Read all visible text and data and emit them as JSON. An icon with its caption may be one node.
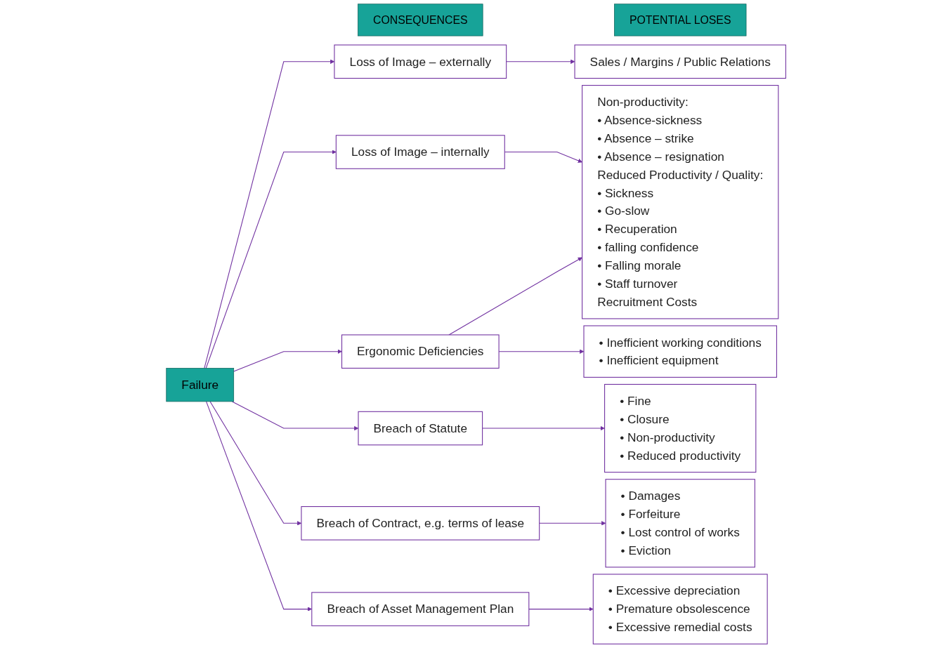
{
  "diagram": {
    "nodes": [
      {
        "text": [
          "CONSEQUENCES"
        ]
      },
      {
        "text": [
          "POTENTIAL LOSES"
        ]
      },
      {
        "text": [
          "Failure"
        ]
      },
      {
        "text": [
          "Loss of Image – externally"
        ]
      },
      {
        "text": [
          "Loss of Image – internally"
        ]
      },
      {
        "text": [
          "Ergonomic Deficiencies"
        ]
      },
      {
        "text": [
          "Breach of Statute"
        ]
      },
      {
        "text": [
          "Breach of Contract, e.g. terms of lease"
        ]
      },
      {
        "text": [
          "Breach of Asset Management Plan"
        ]
      },
      {
        "text": [
          "Sales / Margins / Public Relations"
        ]
      },
      {
        "text": [
          "Non-productivity:",
          "• Absence-sickness",
          "• Absence – strike",
          "• Absence – resignation",
          "Reduced Productivity / Quality:",
          "• Sickness",
          "• Go-slow",
          "• Recuperation",
          "• falling confidence",
          "• Falling morale",
          "• Staff turnover",
          "Recruitment Costs"
        ]
      },
      {
        "text": [
          "• Inefficient working conditions",
          "• Inefficient equipment"
        ]
      },
      {
        "text": [
          "• Fine",
          "• Closure",
          "• Non-productivity",
          "• Reduced productivity"
        ]
      },
      {
        "text": [
          "• Damages",
          "• Forfeiture",
          "• Lost control of works",
          "• Eviction"
        ]
      },
      {
        "text": [
          "• Excessive depreciation",
          "• Premature obsolescence",
          "• Excessive remedial costs"
        ]
      }
    ],
    "edges": [
      {
        "from": 2,
        "to": 3,
        "arrow": "to"
      },
      {
        "from": 2,
        "to": 4,
        "arrow": "to"
      },
      {
        "from": 2,
        "to": 5,
        "arrow": "to"
      },
      {
        "from": 2,
        "to": 6,
        "arrow": "to"
      },
      {
        "from": 2,
        "to": 7,
        "arrow": "to"
      },
      {
        "from": 2,
        "to": 8,
        "arrow": "to"
      },
      {
        "from": 3,
        "to": 9,
        "arrow": "to"
      },
      {
        "from": 4,
        "to": 10,
        "arrow": "to"
      },
      {
        "from": 5,
        "to": 10,
        "arrow": "to"
      },
      {
        "from": 5,
        "to": 11,
        "arrow": "to"
      },
      {
        "from": 6,
        "to": 12,
        "arrow": "to"
      },
      {
        "from": 7,
        "to": 13,
        "arrow": "to"
      },
      {
        "from": 8,
        "to": 14,
        "arrow": "to"
      }
    ]
  }
}
